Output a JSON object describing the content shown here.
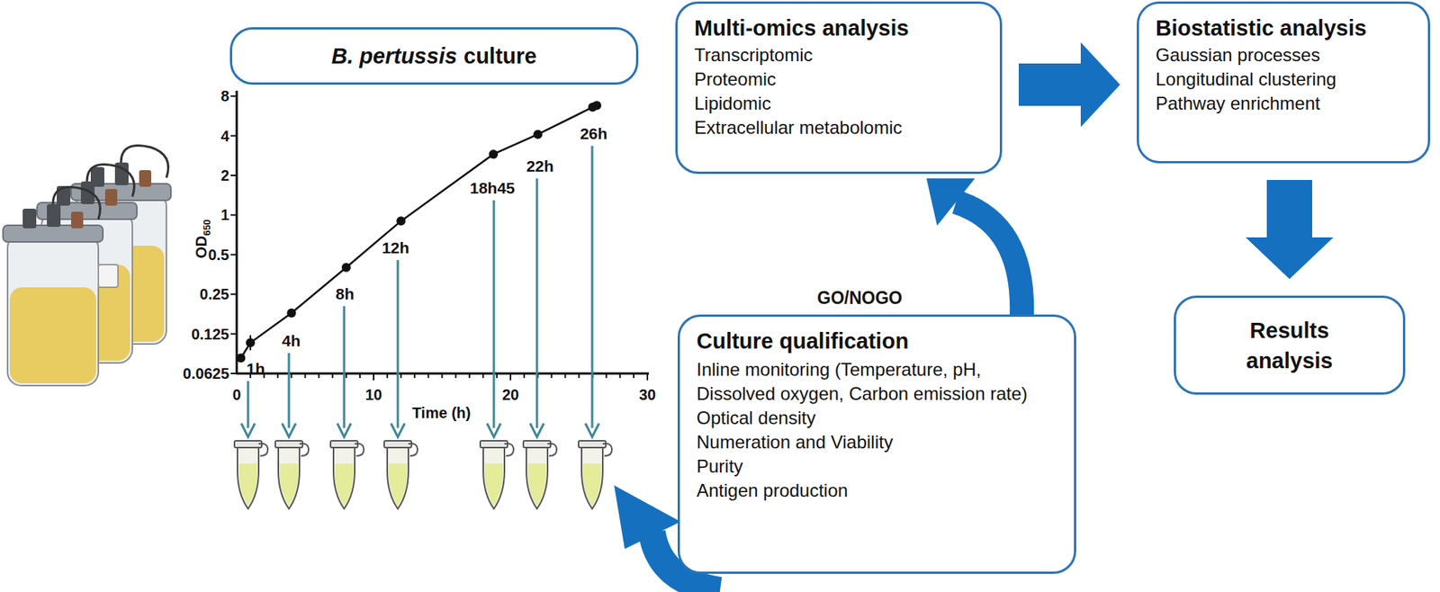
{
  "diagram": {
    "nodes": [
      {
        "text": [
          "B. pertussis",
          "culture"
        ]
      },
      {
        "text": [
          "Multi-omics analysis",
          "Transcriptomic",
          "Proteomic",
          "Lipidomic",
          "Extracellular metabolomic"
        ]
      },
      {
        "text": [
          "Biostatistic analysis",
          "Gaussian processes",
          "Longitudinal clustering",
          "Pathway enrichment"
        ]
      },
      {
        "text": [
          "Results analysis"
        ]
      },
      {
        "text": [
          "Culture qualification",
          "Inline monitoring (Temperature, pH, Dissolved oxygen, Carbon emission rate)",
          "Optical density",
          "Numeration and Viability",
          "Purity",
          "Antigen production"
        ]
      }
    ],
    "edges": [
      {
        "from": 1,
        "to": 2,
        "arrow": "to"
      },
      {
        "from": 2,
        "to": 3,
        "arrow": "to"
      },
      {
        "from": 4,
        "to": 1,
        "label": "GO/NOGO",
        "arrow": "to"
      }
    ],
    "labels": [
      "8",
      "4",
      "2",
      "1",
      "0.5",
      "0.25",
      "0.125",
      "0.0625",
      "0",
      "10",
      "20",
      "30",
      "Time (h)",
      "OD",
      "650",
      "1h",
      "4h",
      "8h",
      "12h",
      "18h45",
      "22h",
      "26h"
    ]
  }
}
